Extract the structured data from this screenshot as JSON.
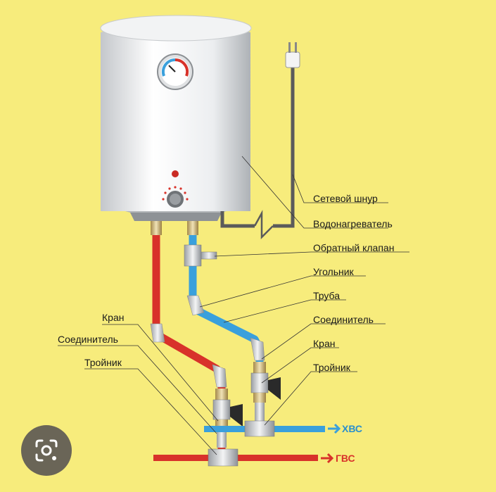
{
  "labels": {
    "power_cord": "Сетевой шнур",
    "water_heater": "Водонагреватель",
    "check_valve": "Обратный клапан",
    "elbow": "Угольник",
    "pipe": "Труба",
    "connector_right": "Соединитель",
    "valve_right": "Кран",
    "tee_right": "Тройник",
    "valve_left": "Кран",
    "connector_left": "Соединитель",
    "tee_left": "Тройник"
  },
  "mains": {
    "cold_label": "ХВС",
    "hot_label": "ГВС"
  },
  "colors": {
    "background": "#f7ec7c",
    "hot_pipe": "#d8322a",
    "cold_pipe": "#3aa0dc",
    "cord": "#555555"
  },
  "icons": {
    "lens_button": "google-lens-icon"
  }
}
